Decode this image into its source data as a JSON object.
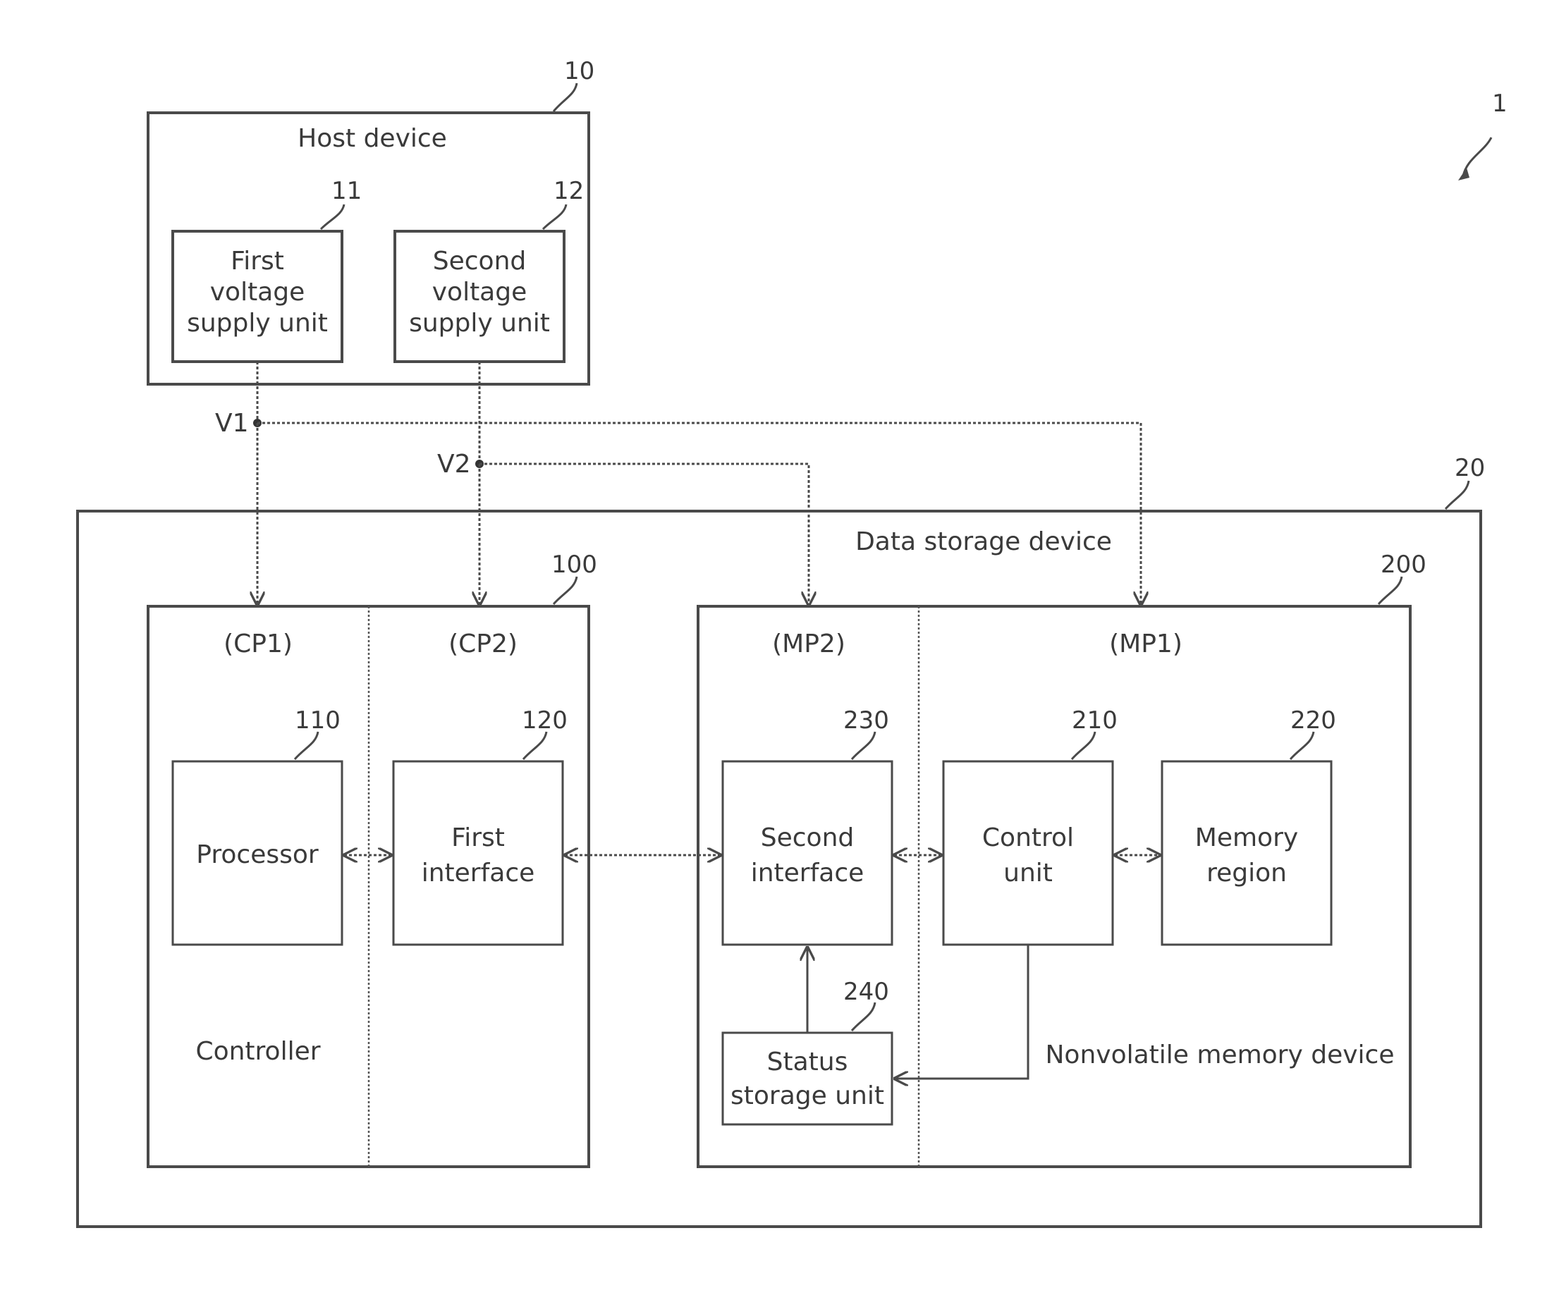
{
  "figure_ref": "1",
  "host": {
    "ref": "10",
    "title": "Host device"
  },
  "supply1": {
    "ref": "11",
    "line1": "First",
    "line2": "voltage",
    "line3": "supply unit"
  },
  "supply2": {
    "ref": "12",
    "line1": "Second",
    "line2": "voltage",
    "line3": "supply unit"
  },
  "nodes": {
    "v1": "V1",
    "v2": "V2"
  },
  "storage": {
    "ref": "20",
    "title": "Data storage device"
  },
  "controller": {
    "ref": "100",
    "caption": "Controller",
    "cp1": "(CP1)",
    "cp2": "(CP2)"
  },
  "processor": {
    "ref": "110",
    "label": "Processor"
  },
  "first_interface": {
    "ref": "120",
    "line1": "First",
    "line2": "interface"
  },
  "nvm": {
    "ref": "200",
    "caption": "Nonvolatile memory device",
    "mp2": "(MP2)",
    "mp1": "(MP1)"
  },
  "second_interface": {
    "ref": "230",
    "line1": "Second",
    "line2": "interface"
  },
  "control_unit": {
    "ref": "210",
    "line1": "Control",
    "line2": "unit"
  },
  "memory_region": {
    "ref": "220",
    "line1": "Memory",
    "line2": "region"
  },
  "status_storage": {
    "ref": "240",
    "line1": "Status",
    "line2": "storage unit"
  }
}
